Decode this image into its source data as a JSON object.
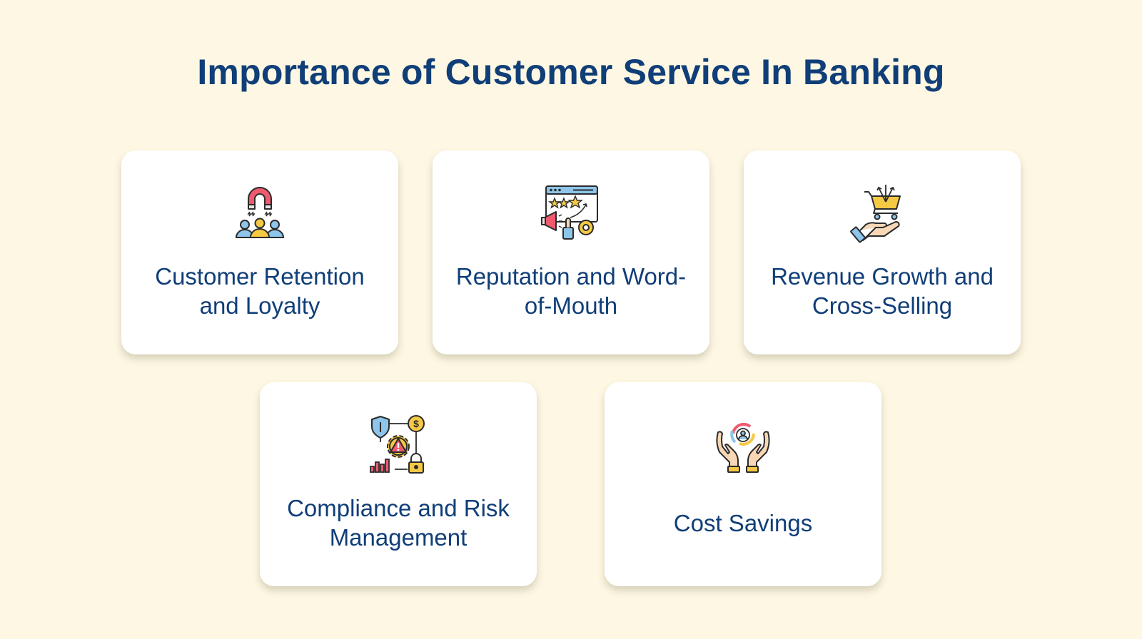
{
  "title": "Importance of Customer Service In Banking",
  "cards": [
    {
      "label": "Customer Retention and Loyalty",
      "icon": "magnet-customers-icon"
    },
    {
      "label": "Reputation and Word-of-Mouth",
      "icon": "rating-megaphone-icon"
    },
    {
      "label": "Revenue Growth and Cross-Selling",
      "icon": "hand-cart-icon"
    },
    {
      "label": "Compliance and Risk Management",
      "icon": "risk-gear-lock-icon"
    },
    {
      "label": "Cost Savings",
      "icon": "hands-cycle-icon"
    }
  ],
  "colors": {
    "background": "#fdf7e3",
    "card": "#ffffff",
    "text": "#103e78",
    "icon_outline": "#2b2b2b",
    "icon_red": "#ef5a6f",
    "icon_yellow": "#f6c945",
    "icon_blue": "#8ec5ea"
  }
}
